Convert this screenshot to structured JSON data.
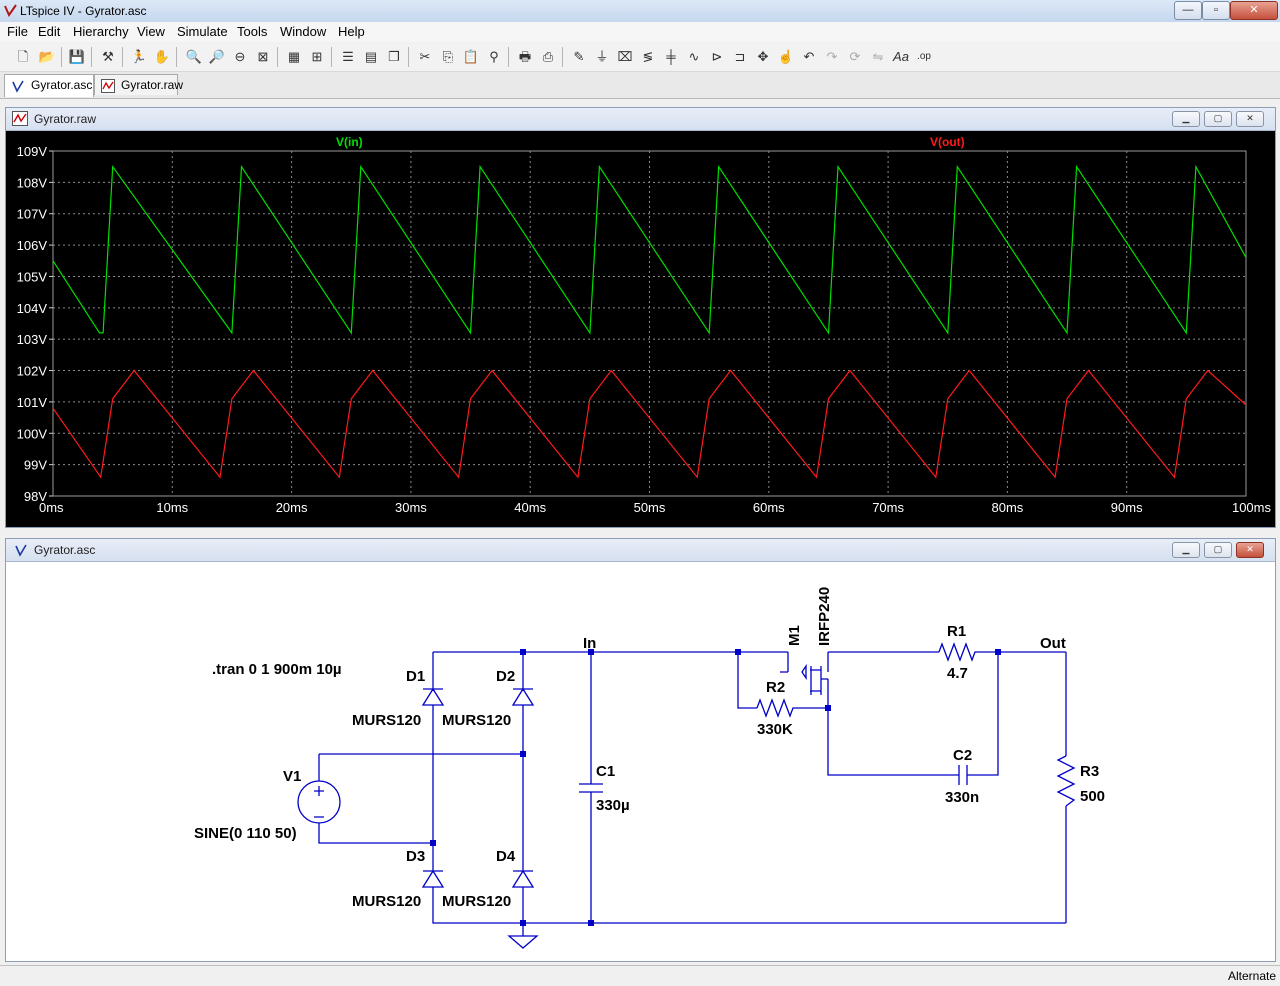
{
  "window": {
    "title": "LTspice IV - Gyrator.asc",
    "minimize": "—",
    "maximize": "▫",
    "close": "✕"
  },
  "menu": [
    "File",
    "Edit",
    "Hierarchy",
    "View",
    "Simulate",
    "Tools",
    "Window",
    "Help"
  ],
  "tabs": [
    {
      "label": "Gyrator.asc",
      "active": true
    },
    {
      "label": "Gyrator.raw",
      "active": false
    }
  ],
  "toolbar_icons": [
    "new-schematic",
    "open",
    "save",
    "control-panel",
    "run",
    "halt",
    "zoom-in",
    "pan",
    "zoom-out",
    "zoom-fit",
    "autorange",
    "grid",
    "tile-horizontal",
    "tile-vertical",
    "cascade",
    "cut",
    "copy",
    "paste",
    "find",
    "print-setup",
    "print",
    "wire",
    "ground",
    "label-net",
    "resistor",
    "capacitor",
    "inductor",
    "diode",
    "component",
    "move",
    "drag",
    "undo",
    "redo",
    "rotate",
    "mirror",
    "text",
    "spice-directive"
  ],
  "waveform": {
    "title": "Gyrator.raw",
    "traces": [
      {
        "name": "V(in)",
        "color": "#00e000"
      },
      {
        "name": "V(out)",
        "color": "#ff1a1a"
      }
    ]
  },
  "chart_data": {
    "type": "line",
    "xlabel": "",
    "ylabel": "",
    "xlim": [
      0,
      100
    ],
    "ylim": [
      98,
      109
    ],
    "x_ticks": [
      "0ms",
      "10ms",
      "20ms",
      "30ms",
      "40ms",
      "50ms",
      "60ms",
      "70ms",
      "80ms",
      "90ms",
      "100ms"
    ],
    "y_ticks": [
      "109V",
      "108V",
      "107V",
      "106V",
      "105V",
      "104V",
      "103V",
      "102V",
      "101V",
      "100V",
      "99V",
      "98V"
    ],
    "grid": true,
    "background": "#000000",
    "series": [
      {
        "name": "V(in)",
        "color": "#00e000",
        "x": [
          0,
          3.9,
          4.2,
          5,
          15,
          15.8,
          25,
          25.8,
          35,
          35.8,
          45,
          45.8,
          55,
          55.8,
          65,
          65.8,
          75,
          75.8,
          85,
          85.8,
          95,
          95.8,
          100
        ],
        "y": [
          105.5,
          103.2,
          103.2,
          108.5,
          103.2,
          108.5,
          103.2,
          108.5,
          103.2,
          108.5,
          103.2,
          108.5,
          103.2,
          108.5,
          103.2,
          108.5,
          103.2,
          108.5,
          103.2,
          108.5,
          103.2,
          108.5,
          105.6
        ]
      },
      {
        "name": "V(out)",
        "color": "#ff1a1a",
        "x": [
          0,
          4,
          5,
          6.8,
          14,
          15,
          16.8,
          24,
          25,
          26.8,
          34,
          35,
          36.8,
          44,
          45,
          46.8,
          54,
          55,
          56.8,
          64,
          65,
          66.8,
          74,
          75,
          76.8,
          84,
          85,
          86.8,
          94,
          95,
          96.8,
          100
        ],
        "y": [
          100.8,
          98.6,
          101.1,
          102.0,
          98.6,
          101.1,
          102.0,
          98.6,
          101.1,
          102.0,
          98.6,
          101.1,
          102.0,
          98.6,
          101.1,
          102.0,
          98.6,
          101.1,
          102.0,
          98.6,
          101.1,
          102.0,
          98.6,
          101.1,
          102.0,
          98.6,
          101.1,
          102.0,
          98.6,
          101.1,
          102.0,
          100.9
        ]
      }
    ]
  },
  "schematic": {
    "title": "Gyrator.asc",
    "directive": ".tran 0 1 900m 10µ",
    "labels": {
      "d1": "D1",
      "d2": "D2",
      "d3": "D3",
      "d4": "D4",
      "d1_model": "MURS120",
      "d2_model": "MURS120",
      "d3_model": "MURS120",
      "d4_model": "MURS120",
      "v1": "V1",
      "v1_value": "SINE(0 110 50)",
      "c1": "C1",
      "c1_value": "330µ",
      "in": "In",
      "out": "Out",
      "m1": "M1",
      "m1_model": "IRFP240",
      "r1": "R1",
      "r1_value": "4.7",
      "r2": "R2",
      "r2_value": "330K",
      "c2": "C2",
      "c2_value": "330n",
      "r3": "R3",
      "r3_value": "500"
    }
  },
  "status": {
    "text": "Alternate"
  }
}
